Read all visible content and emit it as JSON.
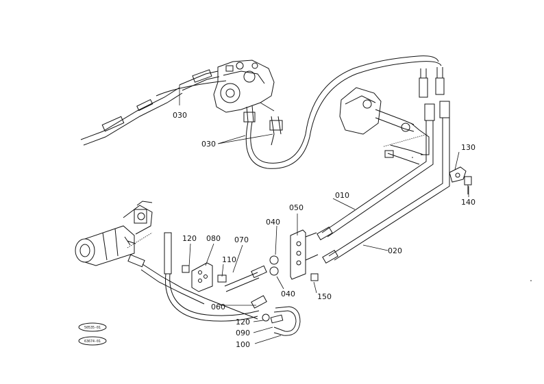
{
  "diagram": {
    "labels": {
      "p010": "010",
      "p020": "020",
      "p030_top": "030",
      "p030_mid": "030",
      "p040_top": "040",
      "p040_bot": "040",
      "p050": "050",
      "p060": "060",
      "p070": "070",
      "p080": "080",
      "p090": "090",
      "p100": "100",
      "p110": "110",
      "p120_top": "120",
      "p120_bot": "120",
      "p130": "130",
      "p140": "140",
      "p150": "150"
    },
    "stamps": {
      "stamp_top": "50535-01",
      "stamp_bottom": "63674-01"
    }
  }
}
